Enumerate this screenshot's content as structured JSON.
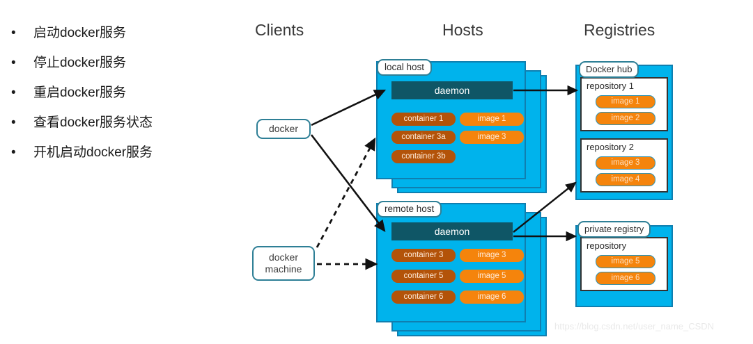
{
  "bullets": [
    {
      "marker": "•",
      "text": "启动docker服务"
    },
    {
      "marker": "•",
      "text": "停止docker服务"
    },
    {
      "marker": "•",
      "text": "重启docker服务"
    },
    {
      "marker": "•",
      "text": "查看docker服务状态"
    },
    {
      "marker": "•",
      "text": "开机启动docker服务"
    }
  ],
  "diagram": {
    "headings": {
      "clients": "Clients",
      "hosts": "Hosts",
      "registries": "Registries"
    },
    "clients": [
      {
        "id": "docker",
        "label": "docker"
      },
      {
        "id": "docker-machine",
        "line1": "docker",
        "line2": "machine"
      }
    ],
    "hosts": [
      {
        "id": "local",
        "tab": "local host",
        "daemon": "daemon",
        "containers": [
          "container 1",
          "container 3a",
          "container 3b"
        ],
        "images": [
          "image 1",
          "image 3"
        ]
      },
      {
        "id": "remote",
        "tab": "remote host",
        "daemon": "daemon",
        "containers": [
          "container 3",
          "container 5",
          "container 6"
        ],
        "images": [
          "image 3",
          "image 5",
          "image 6"
        ]
      }
    ],
    "registries": [
      {
        "id": "docker-hub",
        "tab": "Docker hub",
        "repositories": [
          {
            "label": "repository 1",
            "images": [
              "image 1",
              "image 2"
            ]
          },
          {
            "label": "repository 2",
            "images": [
              "image 3",
              "image 4"
            ]
          }
        ]
      },
      {
        "id": "private-registry",
        "tab": "private registry",
        "repositories": [
          {
            "label": "repository",
            "images": [
              "image 5",
              "image 6"
            ]
          }
        ]
      }
    ],
    "colors": {
      "host_body": "#00b3ec",
      "host_border": "#0f7fb0",
      "daemon": "#0f5666",
      "container": "#b35309",
      "image": "#f5840c",
      "tab_border": "#2e7f96",
      "arrow": "#111111"
    }
  },
  "watermark": "https://blog.csdn.net/user_name_CSDN"
}
